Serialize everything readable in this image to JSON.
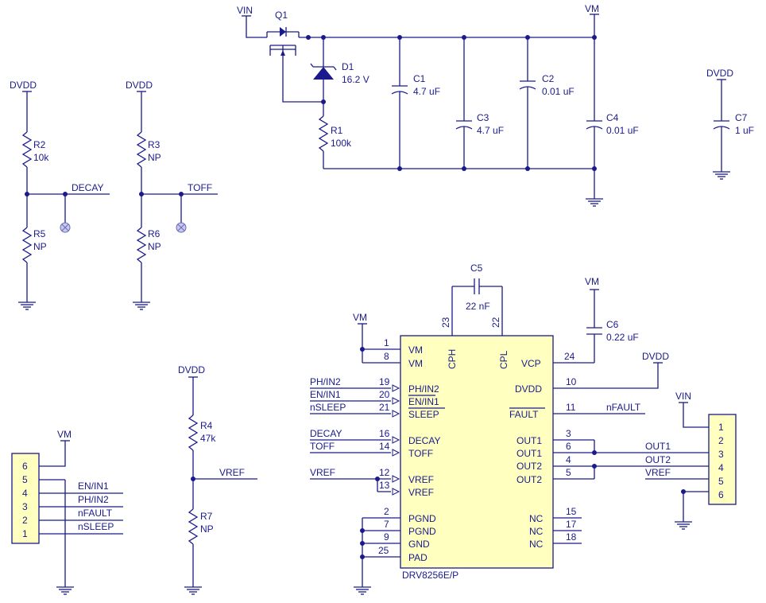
{
  "nets": {
    "vin": "VIN",
    "vm": "VM",
    "dvdd": "DVDD",
    "decay": "DECAY",
    "toff": "TOFF",
    "vref": "VREF",
    "ph_in2": "PH/IN2",
    "en_in1": "EN/IN1",
    "nsleep": "nSLEEP",
    "nfault": "nFAULT",
    "out1": "OUT1",
    "out2": "OUT2"
  },
  "components": {
    "q1": {
      "ref": "Q1"
    },
    "d1": {
      "ref": "D1",
      "value": "16.2 V"
    },
    "r1": {
      "ref": "R1",
      "value": "100k"
    },
    "r2": {
      "ref": "R2",
      "value": "10k"
    },
    "r3": {
      "ref": "R3",
      "value": "NP"
    },
    "r4": {
      "ref": "R4",
      "value": "47k"
    },
    "r5": {
      "ref": "R5",
      "value": "NP"
    },
    "r6": {
      "ref": "R6",
      "value": "NP"
    },
    "r7": {
      "ref": "R7",
      "value": "NP"
    },
    "c1": {
      "ref": "C1",
      "value": "4.7 uF"
    },
    "c2": {
      "ref": "C2",
      "value": "0.01 uF"
    },
    "c3": {
      "ref": "C3",
      "value": "4.7 uF"
    },
    "c4": {
      "ref": "C4",
      "value": "0.01 uF"
    },
    "c5": {
      "ref": "C5",
      "value": "22 nF"
    },
    "c6": {
      "ref": "C6",
      "value": "0.22 uF"
    },
    "c7": {
      "ref": "C7",
      "value": "1 uF"
    }
  },
  "ic": {
    "part": "DRV8256E/P",
    "left_pins": [
      {
        "num": "1",
        "name": "VM"
      },
      {
        "num": "8",
        "name": "VM"
      },
      {
        "num": "19",
        "name": "PH/IN2"
      },
      {
        "num": "20",
        "name": "EN/IN1"
      },
      {
        "num": "21",
        "name": "SLEEP"
      },
      {
        "num": "16",
        "name": "DECAY"
      },
      {
        "num": "14",
        "name": "TOFF"
      },
      {
        "num": "12",
        "name": "VREF"
      },
      {
        "num": "13",
        "name": "VREF"
      },
      {
        "num": "2",
        "name": "PGND"
      },
      {
        "num": "7",
        "name": "PGND"
      },
      {
        "num": "9",
        "name": "GND"
      },
      {
        "num": "25",
        "name": "PAD"
      }
    ],
    "right_pins": [
      {
        "num": "24",
        "name": "VCP"
      },
      {
        "num": "10",
        "name": "DVDD"
      },
      {
        "num": "11",
        "name": "FAULT"
      },
      {
        "num": "3",
        "name": "OUT1"
      },
      {
        "num": "6",
        "name": "OUT1"
      },
      {
        "num": "4",
        "name": "OUT2"
      },
      {
        "num": "5",
        "name": "OUT2"
      },
      {
        "num": "15",
        "name": "NC"
      },
      {
        "num": "17",
        "name": "NC"
      },
      {
        "num": "18",
        "name": "NC"
      }
    ],
    "top_pins": [
      {
        "num": "23",
        "name": "CPH"
      },
      {
        "num": "22",
        "name": "CPL"
      }
    ]
  },
  "connector_left": {
    "pins": [
      "6",
      "5",
      "4",
      "3",
      "2",
      "1"
    ]
  },
  "connector_right": {
    "pins": [
      "1",
      "2",
      "3",
      "4",
      "5",
      "6"
    ]
  }
}
